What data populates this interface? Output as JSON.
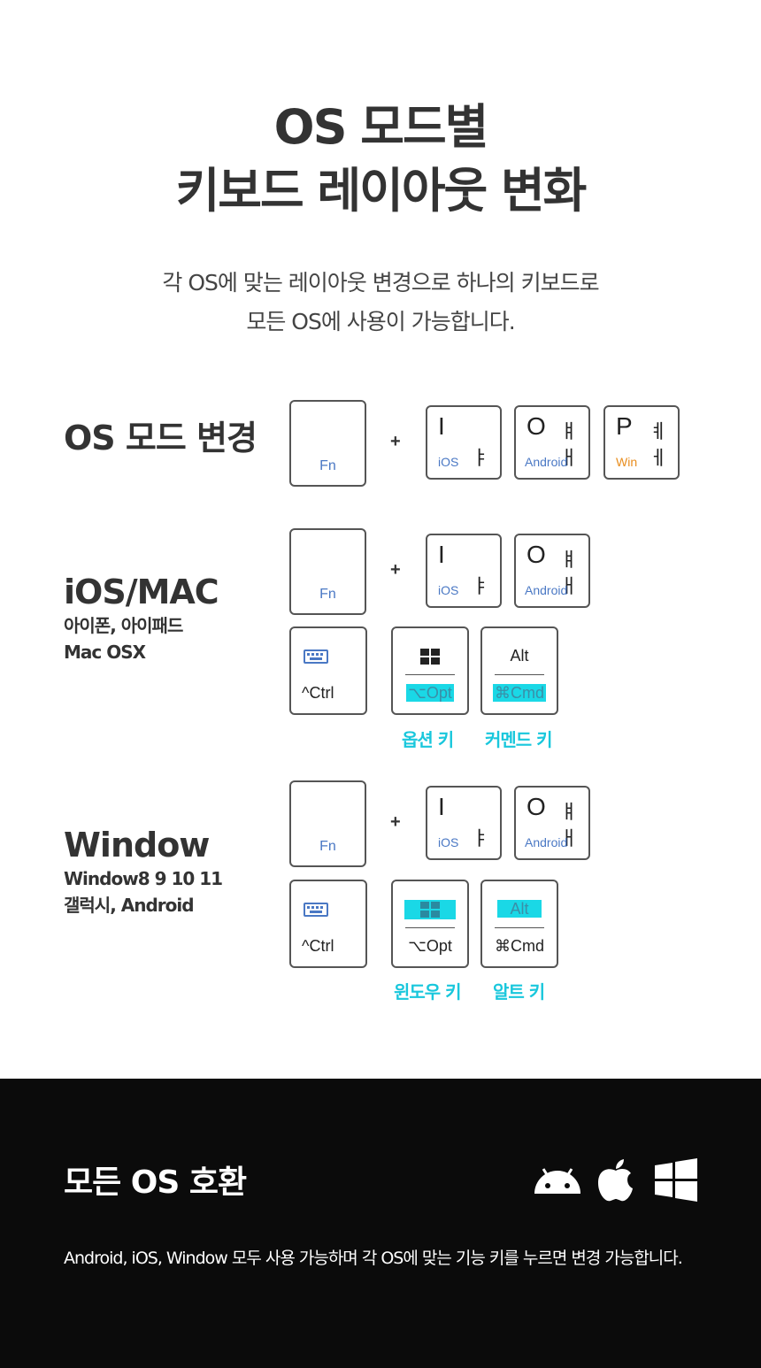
{
  "header": {
    "title_line1": "OS 모드별",
    "title_line2": "키보드 레이아웃 변화",
    "subtitle_line1": "각 OS에 맞는 레이아웃 변경으로 하나의 키보드로",
    "subtitle_line2": "모든 OS에 사용이 가능합니다."
  },
  "os_mode": {
    "label": "OS 모드 변경",
    "fn": "Fn",
    "plus": "+",
    "keys": [
      {
        "letter": "I",
        "kor_top": "",
        "kor_bot": "ㅑ",
        "os": "iOS"
      },
      {
        "letter": "O",
        "kor_top": "ㅒ",
        "kor_bot": "ㅐ",
        "os": "Android"
      },
      {
        "letter": "P",
        "kor_top": "ㅖ",
        "kor_bot": "ㅔ",
        "os": "Win"
      }
    ]
  },
  "ios_mac": {
    "label": "iOS/MAC",
    "sub1": "아이폰, 아이패드",
    "sub2": "Mac OSX",
    "fn": "Fn",
    "plus": "+",
    "keys": [
      {
        "letter": "I",
        "kor_bot": "ㅑ",
        "os": "iOS"
      },
      {
        "letter": "O",
        "kor_top": "ㅒ",
        "kor_bot": "ㅐ",
        "os": "Android"
      }
    ],
    "mods": {
      "ctrl": "^Ctrl",
      "opt": "⌥Opt",
      "alt": "Alt",
      "cmd": "⌘Cmd"
    },
    "caption_opt": "옵션 키",
    "caption_cmd": "커멘드 키"
  },
  "window": {
    "label": "Window",
    "sub1": "Window8 9 10 11",
    "sub2": "갤럭시, Android",
    "fn": "Fn",
    "plus": "+",
    "keys": [
      {
        "letter": "I",
        "kor_bot": "ㅑ",
        "os": "iOS"
      },
      {
        "letter": "O",
        "kor_top": "ㅒ",
        "kor_bot": "ㅐ",
        "os": "Android"
      }
    ],
    "mods": {
      "ctrl": "^Ctrl",
      "opt": "⌥Opt",
      "alt": "Alt",
      "cmd": "⌘Cmd"
    },
    "caption_win": "윈도우 키",
    "caption_alt": "알트 키"
  },
  "footer": {
    "title": "모든 OS 호환",
    "desc": "Android, iOS, Window 모두 사용 가능하며 각 OS에 맞는 기능 키를 누르면 변경 가능합니다.",
    "icons": [
      "android-icon",
      "apple-icon",
      "windows-icon"
    ]
  },
  "colors": {
    "accent": "#19c7dc",
    "highlight": "#1ad8e6",
    "os_label": "#4a78c4",
    "win_label": "#e88d1e"
  }
}
